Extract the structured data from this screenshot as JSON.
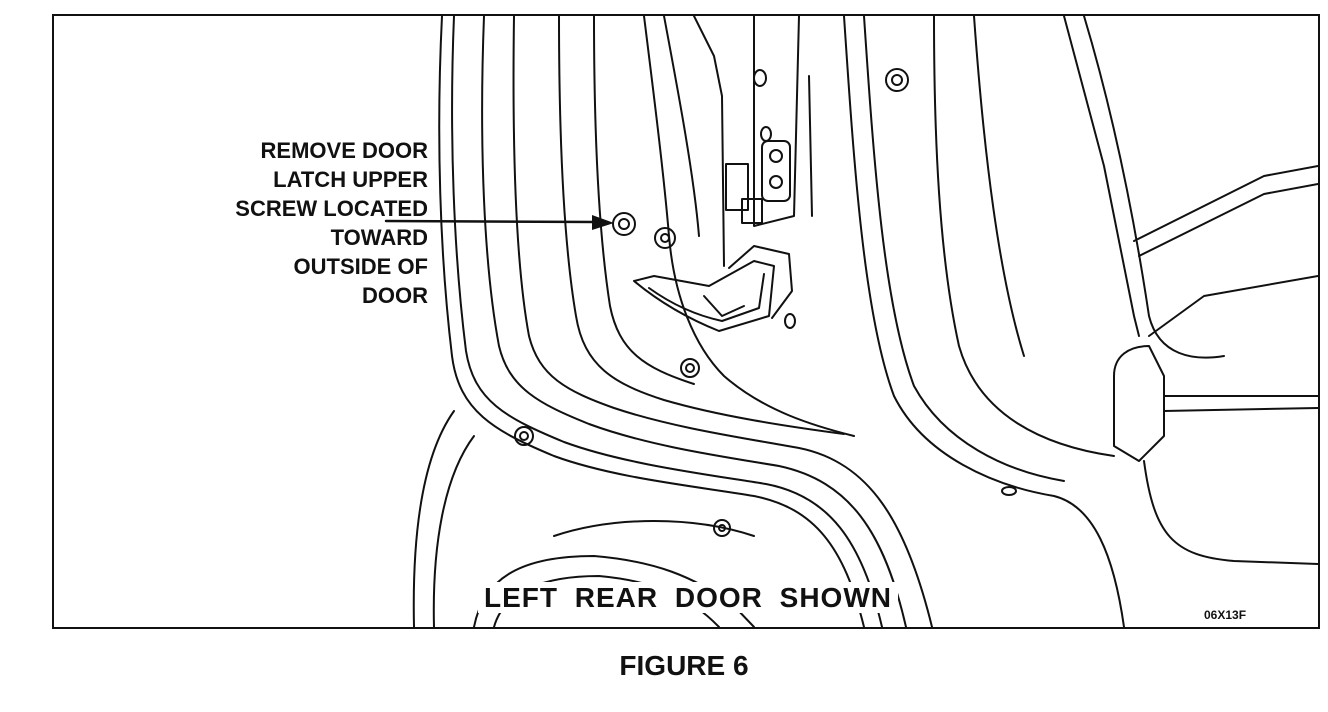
{
  "figure": {
    "callout_lines": [
      "REMOVE DOOR",
      "LATCH UPPER",
      "SCREW LOCATED",
      "TOWARD",
      "OUTSIDE OF",
      "DOOR"
    ],
    "caption": "LEFT REAR DOOR SHOWN",
    "code": "06X13F",
    "label": "FIGURE 6"
  }
}
